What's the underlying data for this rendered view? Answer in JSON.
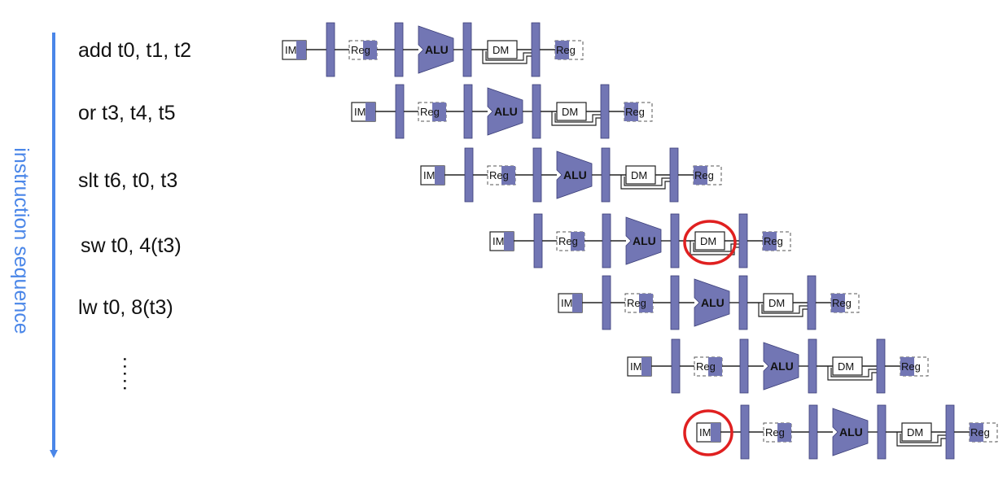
{
  "sequence_label": "instruction sequence",
  "instructions": [
    "add t0, t1, t2",
    "or t3, t4, t5",
    "slt t6, t0, t3",
    "sw t0, 4(t3)",
    "lw t0, 8(t3)",
    "",
    ""
  ],
  "ellipsis": ".....",
  "stage_labels": {
    "im": "IM",
    "reg": "Reg",
    "alu": "ALU",
    "dm": "DM",
    "wb": "Reg"
  },
  "highlights": [
    {
      "row": 3,
      "unit": "dm"
    },
    {
      "row": 6,
      "unit": "im"
    }
  ],
  "colors": {
    "accent": "#4a86e8",
    "pipe": "#7276b4",
    "highlight": "#e02020",
    "line": "#222222"
  }
}
